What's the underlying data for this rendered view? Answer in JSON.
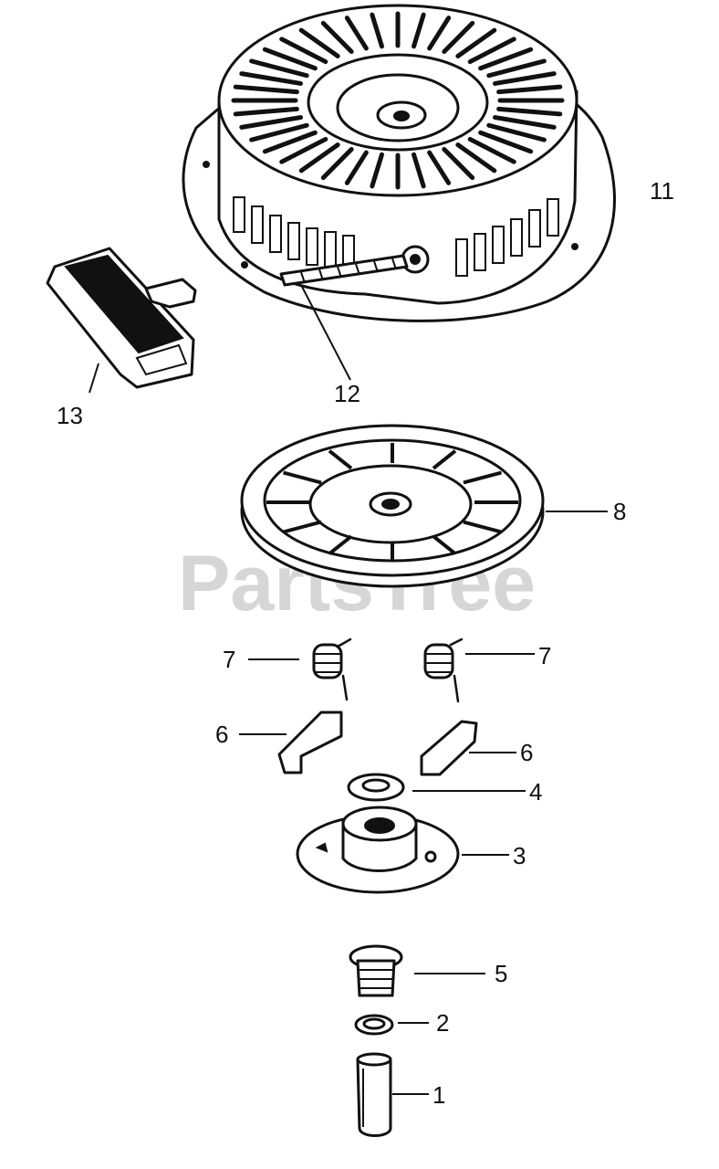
{
  "watermark": "PartsTree",
  "callouts": [
    {
      "id": "11",
      "label": "11"
    },
    {
      "id": "12",
      "label": "12"
    },
    {
      "id": "13",
      "label": "13"
    },
    {
      "id": "8",
      "label": "8"
    },
    {
      "id": "7a",
      "label": "7"
    },
    {
      "id": "7b",
      "label": "7"
    },
    {
      "id": "6a",
      "label": "6"
    },
    {
      "id": "6b",
      "label": "6"
    },
    {
      "id": "4",
      "label": "4"
    },
    {
      "id": "3",
      "label": "3"
    },
    {
      "id": "5",
      "label": "5"
    },
    {
      "id": "2",
      "label": "2"
    },
    {
      "id": "1",
      "label": "1"
    }
  ]
}
